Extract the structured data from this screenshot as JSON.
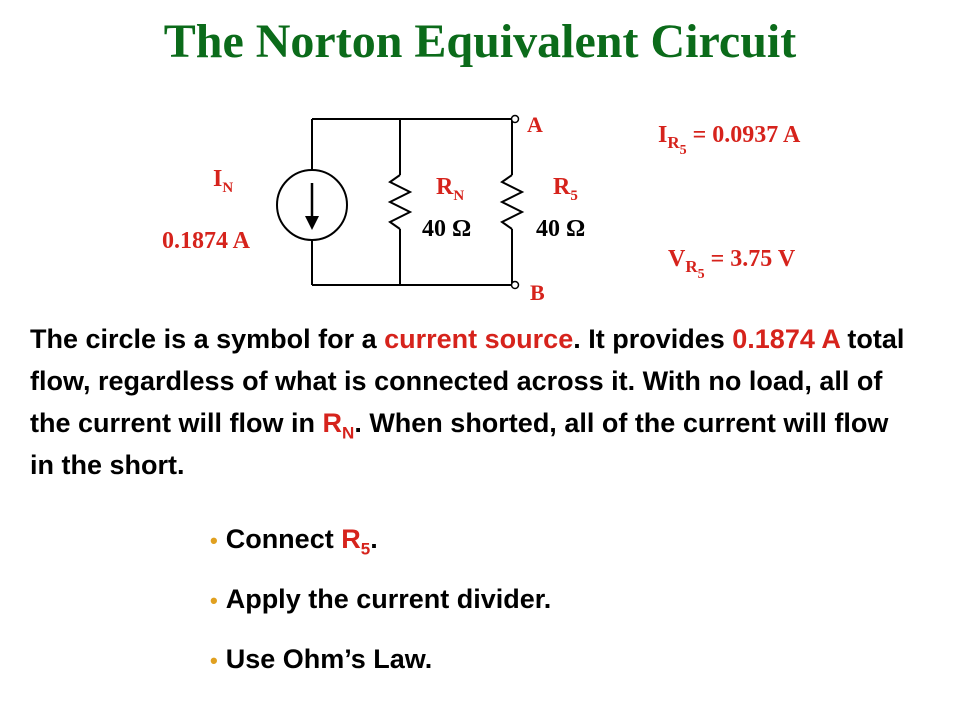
{
  "slide": {
    "title": "The Norton Equivalent Circuit"
  },
  "circuit": {
    "source_label": "I",
    "source_label_sub": "N",
    "source_value": "0.1874 A",
    "rn_label": "R",
    "rn_label_sub": "N",
    "rn_value": "40 Ω",
    "r5_label": "R",
    "r5_label_sub": "5",
    "r5_value": "40 Ω",
    "node_a": "A",
    "node_b": "B",
    "colors": {
      "wire": "#000000",
      "accent": "#d6231c",
      "title": "#0b6b1a"
    }
  },
  "results": {
    "current_symbol": "I",
    "current_sub": "R",
    "current_subsub": "5",
    "current_value": " = 0.0937 A",
    "voltage_symbol": "V",
    "voltage_sub": "R",
    "voltage_subsub": "5",
    "voltage_value": " = 3.75 V"
  },
  "paragraph": {
    "p1": "The circle is a symbol for a ",
    "p2": "current source",
    "p3": ".  It provides ",
    "p4": "0.1874 A",
    "p5": " total flow, regardless of what is connected across it.  With no load, all of the current will flow in ",
    "p6": "R",
    "p6_sub": "N",
    "p7": ". When shorted, all of the current will flow in the short."
  },
  "bullets": [
    {
      "pre": "Connect ",
      "red": "R",
      "red_sub": "5",
      "post": "."
    },
    {
      "pre": "Apply the current divider.",
      "red": "",
      "red_sub": "",
      "post": ""
    },
    {
      "pre": "Use Ohm’s Law.",
      "red": "",
      "red_sub": "",
      "post": ""
    }
  ],
  "bullet_glyph": "•"
}
